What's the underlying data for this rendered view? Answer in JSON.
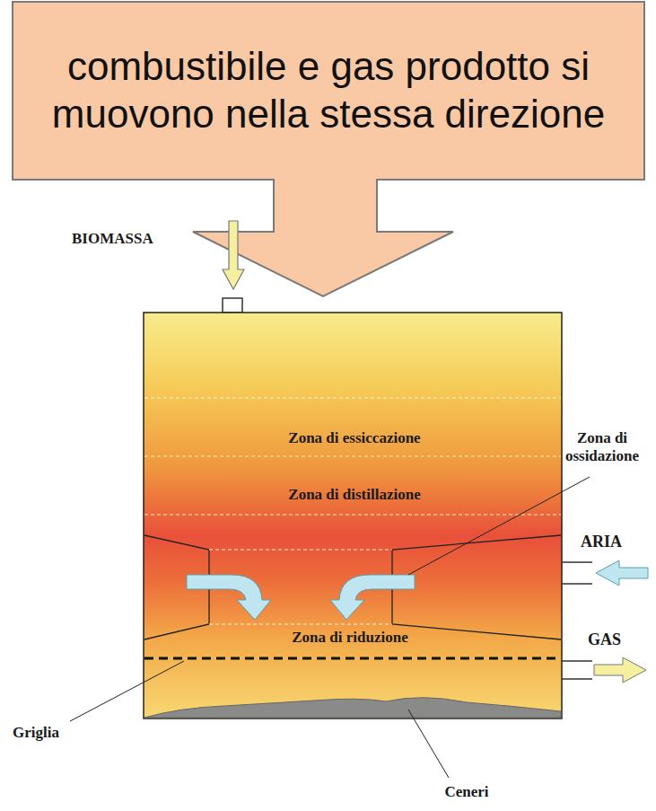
{
  "diagram": {
    "nodes": [
      {
        "text": [
          "combustibile e gas prodotto si muovono nella stessa direzione"
        ]
      }
    ],
    "labels": [
      "BIOMASSA",
      "Zona di essiccazione",
      "Zona di ossidazione",
      "Zona di distillazione",
      "ARIA",
      "Zona di riduzione",
      "GAS",
      "Griglia",
      "Ceneri"
    ]
  }
}
